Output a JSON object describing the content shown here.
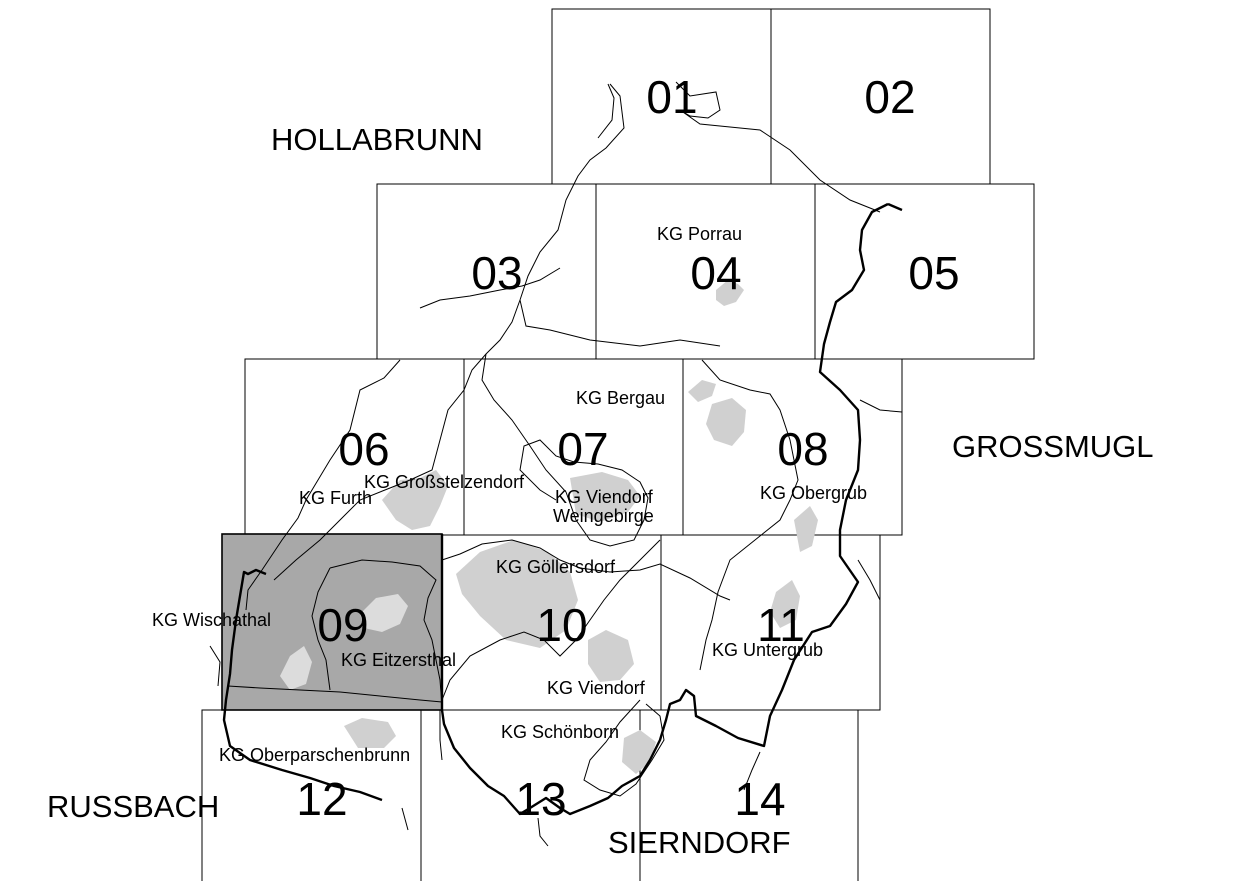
{
  "map": {
    "selected_tile": "09",
    "colors": {
      "tile_stroke": "#000000",
      "selected_tile_fill": "#a8a8a8",
      "settlement_fill": "#d0d0d0",
      "background": "#ffffff"
    },
    "tiles": [
      {
        "id": "01",
        "label": "01"
      },
      {
        "id": "02",
        "label": "02"
      },
      {
        "id": "03",
        "label": "03"
      },
      {
        "id": "04",
        "label": "04"
      },
      {
        "id": "05",
        "label": "05"
      },
      {
        "id": "06",
        "label": "06"
      },
      {
        "id": "07",
        "label": "07"
      },
      {
        "id": "08",
        "label": "08"
      },
      {
        "id": "09",
        "label": "09"
      },
      {
        "id": "10",
        "label": "10"
      },
      {
        "id": "11",
        "label": "11"
      },
      {
        "id": "12",
        "label": "12"
      },
      {
        "id": "13",
        "label": "13"
      },
      {
        "id": "14",
        "label": "14"
      }
    ],
    "neighbors": {
      "hollabrunn": "HOLLABRUNN",
      "grossmugl": "GROSSMUGL",
      "russbach": "RUSSBACH",
      "sierndorf": "SIERNDORF"
    },
    "cadastral": {
      "porrau": "KG Porrau",
      "bergau": "KG Bergau",
      "grossstelzendorf": "KG Großstelzendorf",
      "furth": "KG Furth",
      "viendorf_weingebirge_1": "KG Viendorf",
      "viendorf_weingebirge_2": "Weingebirge",
      "obergrub": "KG Obergrub",
      "goellersdorf": "KG Göllersdorf",
      "wischathal": "KG Wischathal",
      "eitzersthal": "KG Eitzersthal",
      "untergrub": "KG Untergrub",
      "viendorf": "KG Viendorf",
      "schoenborn": "KG Schönborn",
      "oberparschenbrunn": "KG Oberparschenbrunn"
    }
  }
}
